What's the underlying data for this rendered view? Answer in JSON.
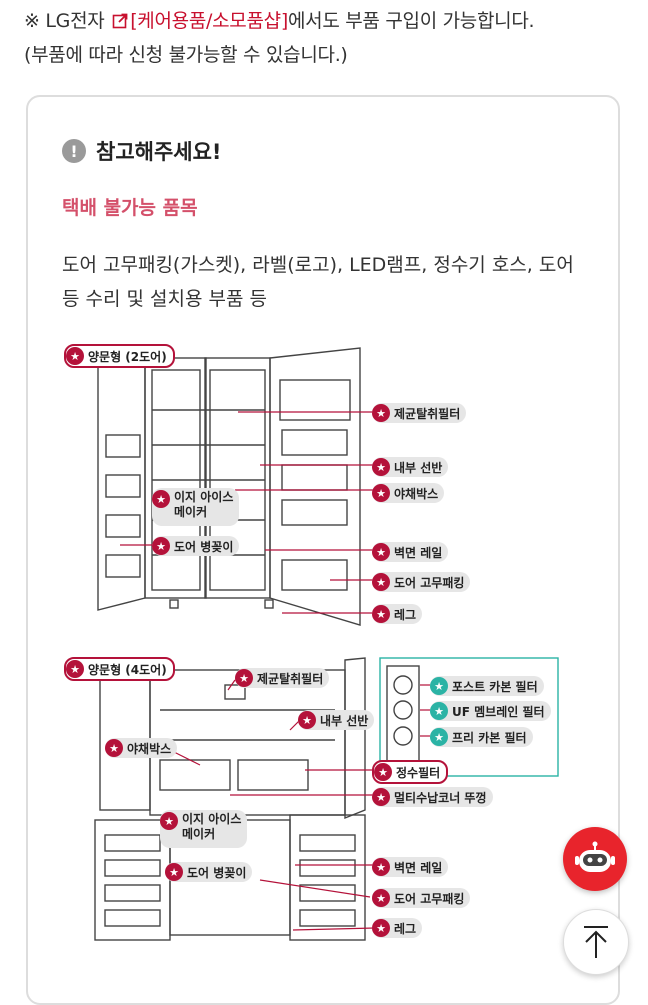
{
  "intro": {
    "line1_prefix": "※ LG전자",
    "link_text": "[케어용품/소모품샵]",
    "line1_suffix": "에서도 부품 구입이 가능합니다.",
    "line2": "(부품에 따라 신청 불가능할 수 있습니다.)"
  },
  "notice": {
    "icon": "exclamation-icon",
    "title": "참고해주세요!",
    "subtitle": "택배 불가능 품목",
    "desc": "도어 고무패킹(가스켓), 라벨(로고), LED램프, 정수기 호스, 도어 등 수리 및 설치용 부품 등"
  },
  "diagram1": {
    "title": "양문형 (2도어)",
    "labels": {
      "filter": "제균탈취필터",
      "shelf": "내부 선반",
      "veg": "야채박스",
      "ice": "이지 아이스\n메이커",
      "bottle": "도어 병꽂이",
      "rail": "벽면 레일",
      "gasket": "도어 고무패킹",
      "leg": "레그"
    }
  },
  "diagram2": {
    "title": "양문형 (4도어)",
    "labels": {
      "filter": "제균탈취필터",
      "shelf": "내부 선반",
      "veg": "야채박스",
      "water": "정수필터",
      "multi": "멀티수납코너 뚜껑",
      "ice": "이지 아이스\n메이커",
      "bottle": "도어 병꽂이",
      "rail": "벽면 레일",
      "gasket": "도어 고무패킹",
      "leg": "레그",
      "post": "포스트 카본 필터",
      "uf": "UF 멤브레인 필터",
      "pre": "프리 카본 필터"
    }
  },
  "colors": {
    "accent": "#c8102e",
    "badge": "#b4123a",
    "teal": "#2bb3a5",
    "subtitle": "#d4506a"
  },
  "fab": {
    "chatbot": "chatbot-icon",
    "top": "arrow-up-icon"
  }
}
